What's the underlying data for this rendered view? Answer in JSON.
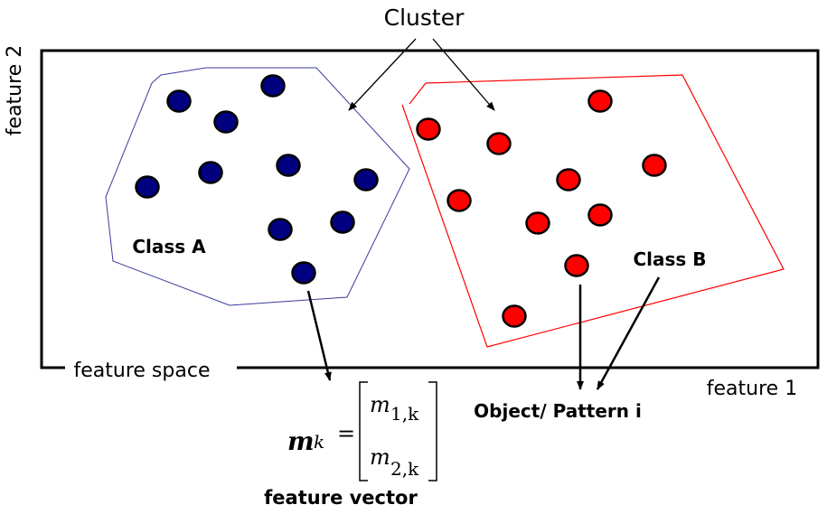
{
  "diagram": {
    "title": "Cluster",
    "axis_x_label": "feature 1",
    "axis_y_label": "feature 2",
    "space_label": "feature space",
    "classes": [
      {
        "name": "Class A",
        "color": "#000080",
        "outline_color": "#3b3b9a",
        "point_count": 10
      },
      {
        "name": "Class B",
        "color": "#ff0000",
        "outline_color": "#ff0000",
        "point_count": 10
      }
    ],
    "object_label": "Object/ Pattern i",
    "vector_label": "feature vector",
    "equation": {
      "lhs_symbol": "m",
      "lhs_sub": "k",
      "equals": "=",
      "row1_symbol": "m",
      "row1_sub": "1,k",
      "row2_symbol": "m",
      "row2_sub": "2,k"
    },
    "colors": {
      "frame": "#000000",
      "point_outline": "#000000"
    }
  }
}
